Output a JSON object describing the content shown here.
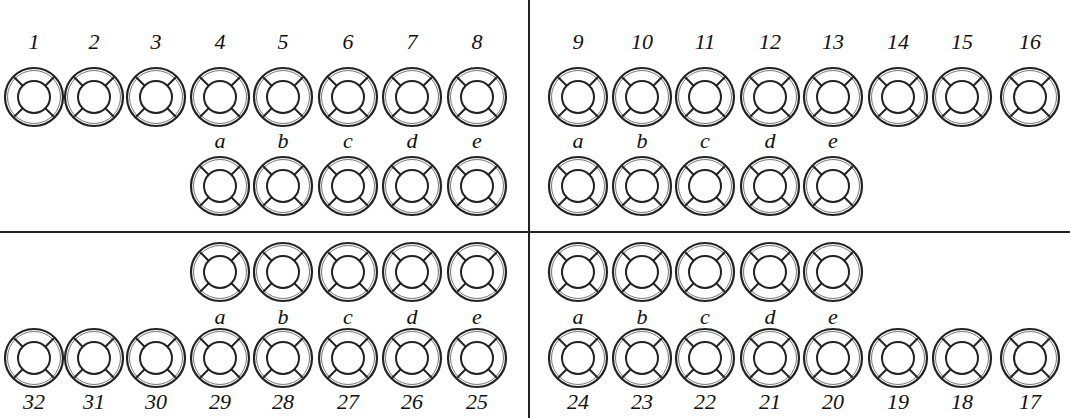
{
  "diagram": {
    "labels": [
      "1",
      "2",
      "3",
      "4",
      "5",
      "6",
      "7",
      "8",
      "9",
      "10",
      "11",
      "12",
      "13",
      "14",
      "15",
      "16",
      "a",
      "b",
      "c",
      "d",
      "e",
      "a",
      "b",
      "c",
      "d",
      "e",
      "a",
      "b",
      "c",
      "d",
      "e",
      "a",
      "b",
      "c",
      "d",
      "e",
      "32",
      "31",
      "30",
      "29",
      "28",
      "27",
      "26",
      "25",
      "24",
      "23",
      "22",
      "21",
      "20",
      "19",
      "18",
      "17"
    ]
  }
}
